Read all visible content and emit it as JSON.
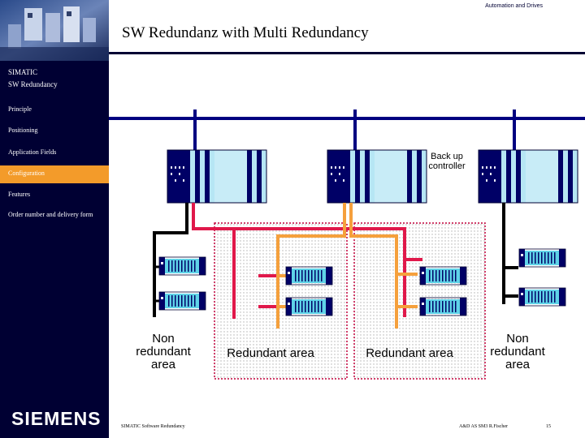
{
  "header": {
    "company_tag": "Automation and Drives",
    "title": "SW Redundanz with Multi Redundancy"
  },
  "sidebar": {
    "section": "SIMATIC",
    "subsection": "SW Redundancy",
    "items": [
      {
        "label": "Principle"
      },
      {
        "label": "Positioning"
      },
      {
        "label": "Application Fields"
      },
      {
        "label": "Configuration",
        "active": true
      },
      {
        "label": "Features"
      },
      {
        "label": "Order number and delivery form"
      }
    ],
    "active_color": "#f39b2a",
    "logo": "SIEMENS"
  },
  "diagram": {
    "backup_label": "Back up\ncontroller",
    "non_redundant_left": "Non\nredundant\narea",
    "redundant_area_1": "Redundant area",
    "redundant_area_2": "Redundant area",
    "non_redundant_right": "Non\nredundant\narea",
    "colors": {
      "bus": "#000080",
      "primary_line": "#e0184a",
      "secondary_line": "#f5a03c",
      "module": "#5fd3e8",
      "rack": "#000066",
      "area_border": "#c0003a"
    }
  },
  "footer": {
    "left_text": "SIMATIC Software Redundancy",
    "right_text": "A&D AS SM3 R.Fischer",
    "page": "15"
  }
}
